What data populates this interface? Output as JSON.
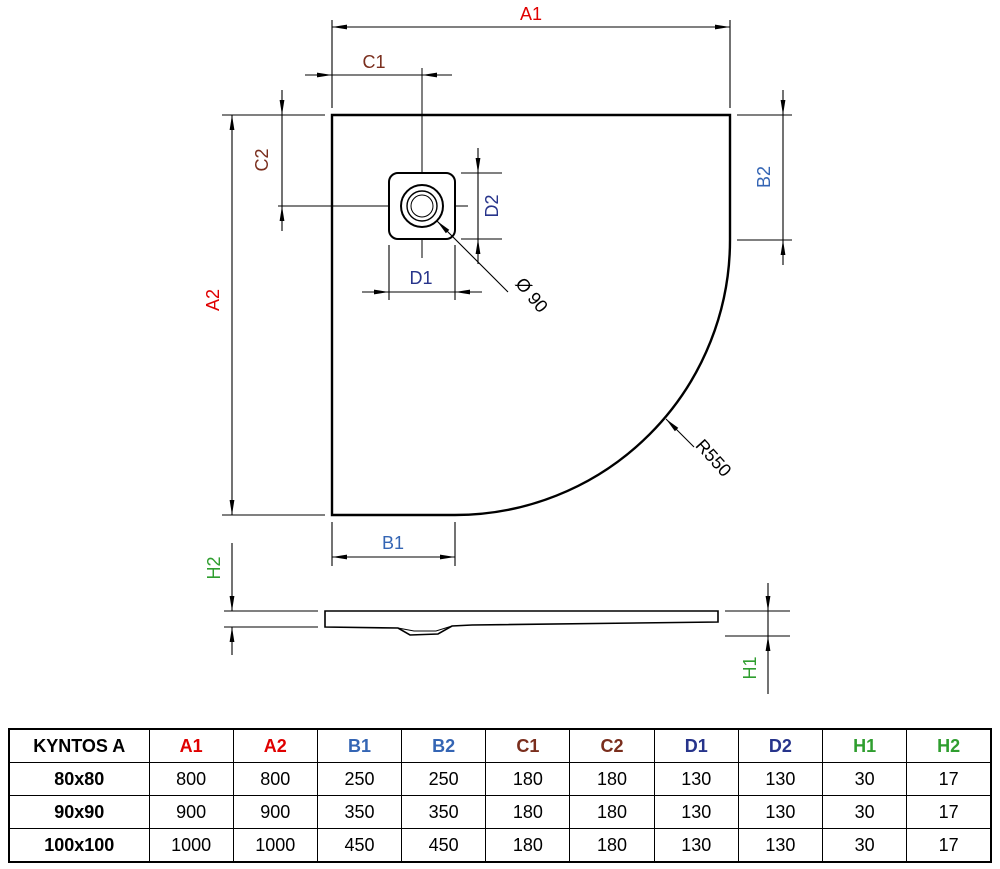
{
  "drawing": {
    "dims": {
      "a1": "A1",
      "a2": "A2",
      "b1": "B1",
      "b2": "B2",
      "c1": "C1",
      "c2": "C2",
      "d1": "D1",
      "d2": "D2",
      "h1": "H1",
      "h2": "H2"
    },
    "annotations": {
      "diameter": "Ø 90",
      "radius": "R550"
    },
    "colors": {
      "a": "#e00000",
      "b": "#3465b4",
      "c": "#7a2e1d",
      "d": "#27348b",
      "h": "#2f9e2f"
    }
  },
  "table": {
    "headers": [
      "KYNTOS A",
      "A1",
      "A2",
      "B1",
      "B2",
      "C1",
      "C2",
      "D1",
      "D2",
      "H1",
      "H2"
    ],
    "rows": [
      [
        "80x80",
        "800",
        "800",
        "250",
        "250",
        "180",
        "180",
        "130",
        "130",
        "30",
        "17"
      ],
      [
        "90x90",
        "900",
        "900",
        "350",
        "350",
        "180",
        "180",
        "130",
        "130",
        "30",
        "17"
      ],
      [
        "100x100",
        "1000",
        "1000",
        "450",
        "450",
        "180",
        "180",
        "130",
        "130",
        "30",
        "17"
      ]
    ]
  }
}
